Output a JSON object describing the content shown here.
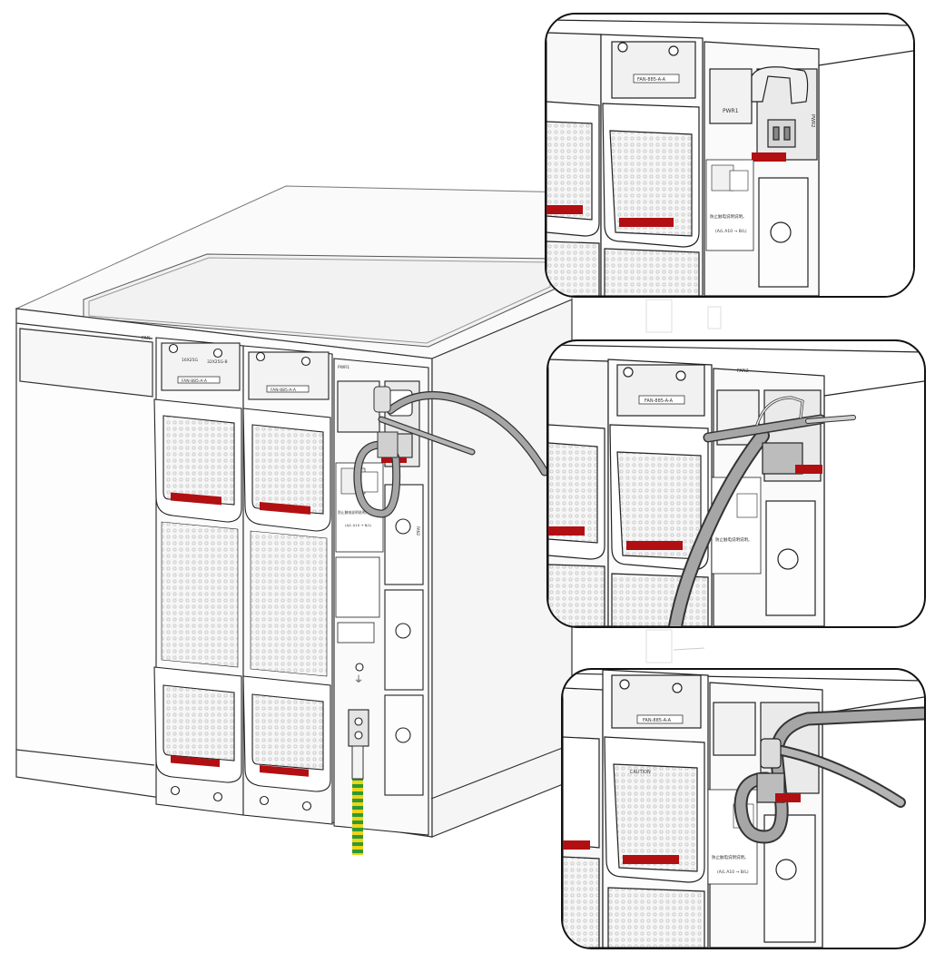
{
  "labels": {
    "fan_top": "FAN",
    "fan_side": "FAN2",
    "fan_side_right": "PWR2",
    "model_left": "FAN-885-A-A",
    "model_right": "FAN-885-A-A",
    "port_a": "16X25G",
    "port_b": "32X25G-B",
    "caution_title": "CAUTION",
    "warn_header": "防止触电说明说明。",
    "warn_formula": "(A/L A10 → B/L)",
    "pwr_slot": "PWR1",
    "ground_mark": "⏚"
  },
  "colors": {
    "handle_red": "#b20f12",
    "cable_gray": "#a6a6a6",
    "ground_green": "#2f9a2f",
    "ground_yellow": "#f0d21a",
    "line": "#1a1a1a",
    "panel_fill": "#f4f4f4"
  },
  "details": [
    {
      "step": "insert-power-cord"
    },
    {
      "step": "loop-cable-tie"
    },
    {
      "step": "tighten-cable-tie"
    }
  ]
}
